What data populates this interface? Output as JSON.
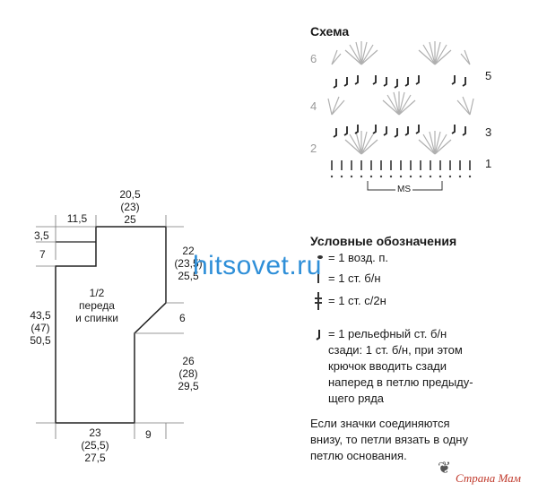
{
  "pattern": {
    "title": "Схема",
    "row_numbers_left": [
      "6",
      "4",
      "2"
    ],
    "row_numbers_right": [
      "5",
      "3",
      "1"
    ],
    "repeat_label": "MS"
  },
  "garment": {
    "piece_label": [
      "1/2",
      "переда",
      "и спинки"
    ],
    "top_width": [
      "20,5",
      "(23)",
      "25"
    ],
    "shoulder_width": "11,5",
    "neck_depth_small": "3,5",
    "neck_depth": "7",
    "armhole_height": [
      "22",
      "(23,5)",
      "25,5"
    ],
    "armhole_shaping": "6",
    "total_length": [
      "43,5",
      "(47)",
      "50,5"
    ],
    "side_length": [
      "26",
      "(28)",
      "29,5"
    ],
    "bottom_width": [
      "23",
      "(25,5)",
      "27,5"
    ],
    "underarm_step": "9"
  },
  "legend": {
    "title": "Условные обозначения",
    "items": [
      "= 1 возд. п.",
      "= 1 ст. б/н",
      "= 1 ст. с/2н",
      "= 1 рельефный ст. б/н"
    ],
    "relief_description": [
      "сзади: 1 ст. б/н, при этом",
      "крючок вводить сзади",
      "наперед в петлю предыду-",
      "щего ряда"
    ],
    "note": [
      "Если значки соединяются",
      "внизу, то петли вязать в одну",
      "петлю основания."
    ]
  },
  "watermark": "hitsovet.ru",
  "brand_logo": "Страна Мам",
  "colors": {
    "watermark": "#2f8fd8",
    "grey_symbols": "#b0b0b0",
    "logo_red": "#c0392b"
  }
}
